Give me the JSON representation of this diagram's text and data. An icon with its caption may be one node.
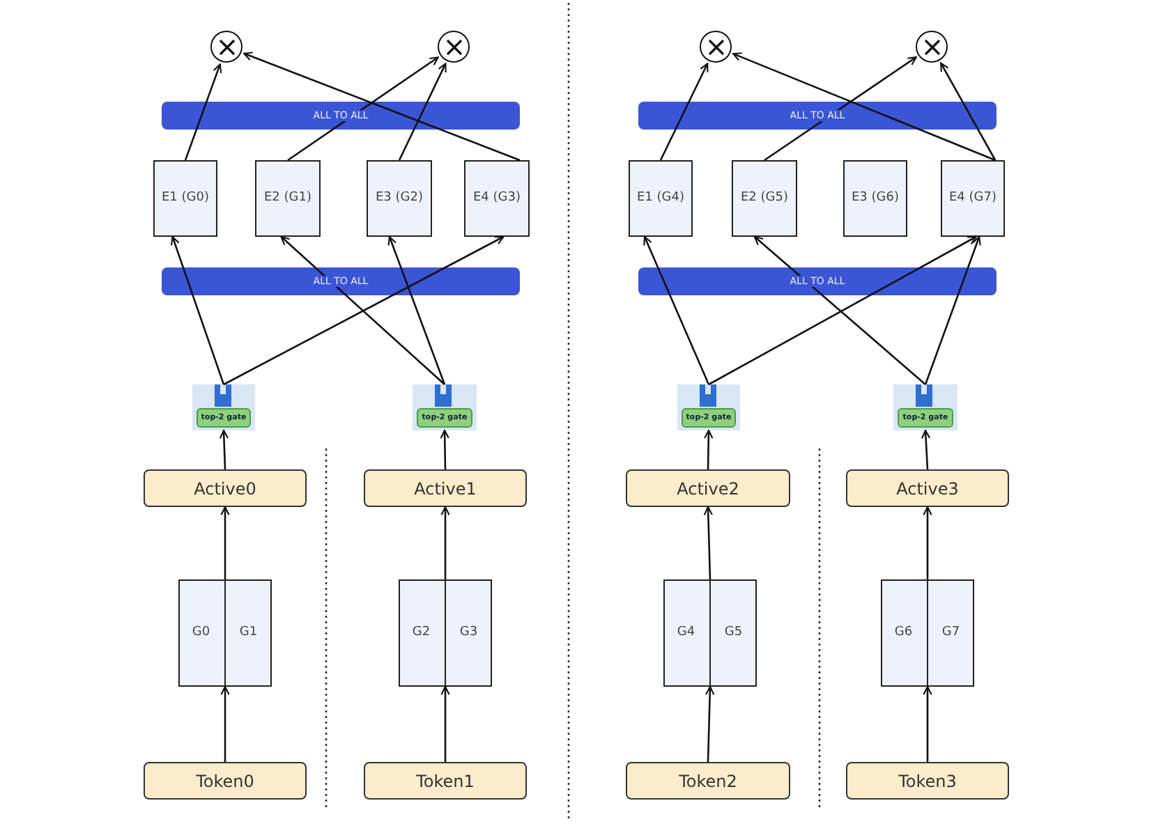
{
  "diagram": {
    "nodes": [
      {
        "text": [],
        "shape": "circle"
      },
      {
        "text": [],
        "shape": "circle"
      },
      {
        "text": [],
        "shape": "circle"
      },
      {
        "text": [],
        "shape": "circle"
      },
      {
        "text": [
          "E1 (G0)"
        ]
      },
      {
        "text": [
          "E2 (G1)"
        ]
      },
      {
        "text": [
          "E3 (G2)"
        ]
      },
      {
        "text": [
          "E4 (G3)"
        ]
      },
      {
        "text": [
          "E1 (G4)"
        ]
      },
      {
        "text": [
          "E2 (G5)"
        ]
      },
      {
        "text": [
          "E3 (G6)"
        ]
      },
      {
        "text": [
          "E4 (G7)"
        ]
      },
      {
        "text": [
          "top-2 gate"
        ]
      },
      {
        "text": [
          "top-2 gate"
        ]
      },
      {
        "text": [
          "top-2 gate"
        ]
      },
      {
        "text": [
          "top-2 gate"
        ]
      },
      {
        "text": [
          "Active0"
        ]
      },
      {
        "text": [
          "Active1"
        ]
      },
      {
        "text": [
          "Active2"
        ]
      },
      {
        "text": [
          "Active3"
        ]
      },
      {
        "text": [],
        "shape": "box"
      },
      {
        "text": [
          "G0"
        ],
        "in": 20
      },
      {
        "text": [
          "G1"
        ],
        "in": 20
      },
      {
        "text": [],
        "shape": "box"
      },
      {
        "text": [
          "G2"
        ],
        "in": 23
      },
      {
        "text": [
          "G3"
        ],
        "in": 23
      },
      {
        "text": [],
        "shape": "box"
      },
      {
        "text": [
          "G4"
        ],
        "in": 26
      },
      {
        "text": [
          "G5"
        ],
        "in": 26
      },
      {
        "text": [],
        "shape": "box"
      },
      {
        "text": [
          "G6"
        ],
        "in": 29
      },
      {
        "text": [
          "G7"
        ],
        "in": 29
      },
      {
        "text": [
          "Token0"
        ]
      },
      {
        "text": [
          "Token1"
        ]
      },
      {
        "text": [
          "Token2"
        ]
      },
      {
        "text": [
          "Token3"
        ]
      }
    ],
    "edges": [
      {
        "from": 4,
        "to": 0,
        "arrow": "to"
      },
      {
        "from": 5,
        "to": 1,
        "arrow": "to"
      },
      {
        "from": 6,
        "to": 1,
        "arrow": "to"
      },
      {
        "from": 7,
        "to": 0,
        "arrow": "to"
      },
      {
        "from": 8,
        "to": 2,
        "arrow": "to"
      },
      {
        "from": 9,
        "to": 3,
        "arrow": "to"
      },
      {
        "from": 11,
        "to": 2,
        "arrow": "to"
      },
      {
        "from": 11,
        "to": 3,
        "arrow": "to"
      },
      {
        "from": 12,
        "to": 4,
        "arrow": "to"
      },
      {
        "from": 12,
        "to": 7,
        "arrow": "to"
      },
      {
        "from": 13,
        "to": 5,
        "arrow": "to"
      },
      {
        "from": 13,
        "to": 6,
        "arrow": "to"
      },
      {
        "from": 14,
        "to": 8,
        "arrow": "to"
      },
      {
        "from": 14,
        "to": 11,
        "arrow": "to"
      },
      {
        "from": 15,
        "to": 9,
        "arrow": "to"
      },
      {
        "from": 15,
        "to": 11,
        "arrow": "to"
      },
      {
        "from": 16,
        "to": 12,
        "arrow": "to"
      },
      {
        "from": 17,
        "to": 13,
        "arrow": "to"
      },
      {
        "from": 18,
        "to": 14,
        "arrow": "to"
      },
      {
        "from": 19,
        "to": 15,
        "arrow": "to"
      },
      {
        "from": 20,
        "to": 16,
        "arrow": "to"
      },
      {
        "from": 23,
        "to": 17,
        "arrow": "to"
      },
      {
        "from": 26,
        "to": 18,
        "arrow": "to"
      },
      {
        "from": 29,
        "to": 19,
        "arrow": "to"
      },
      {
        "from": 32,
        "to": 20,
        "arrow": "to"
      },
      {
        "from": 33,
        "to": 23,
        "arrow": "to"
      },
      {
        "from": 34,
        "to": 26,
        "arrow": "to"
      },
      {
        "from": 35,
        "to": 29,
        "arrow": "to"
      }
    ],
    "labels": [
      "ALL TO ALL",
      "ALL TO ALL",
      "ALL TO ALL",
      "ALL TO ALL"
    ]
  }
}
